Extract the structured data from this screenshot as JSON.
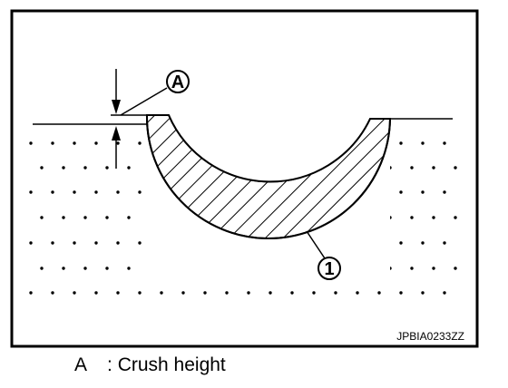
{
  "figure": {
    "callouts": [
      {
        "id": "A",
        "label": "A"
      },
      {
        "id": "1",
        "label": "1"
      }
    ],
    "figure_code": "JPBIA0233ZZ"
  },
  "legend": {
    "items": [
      {
        "key": "A",
        "separator": ":",
        "text": "Crush height"
      }
    ]
  }
}
